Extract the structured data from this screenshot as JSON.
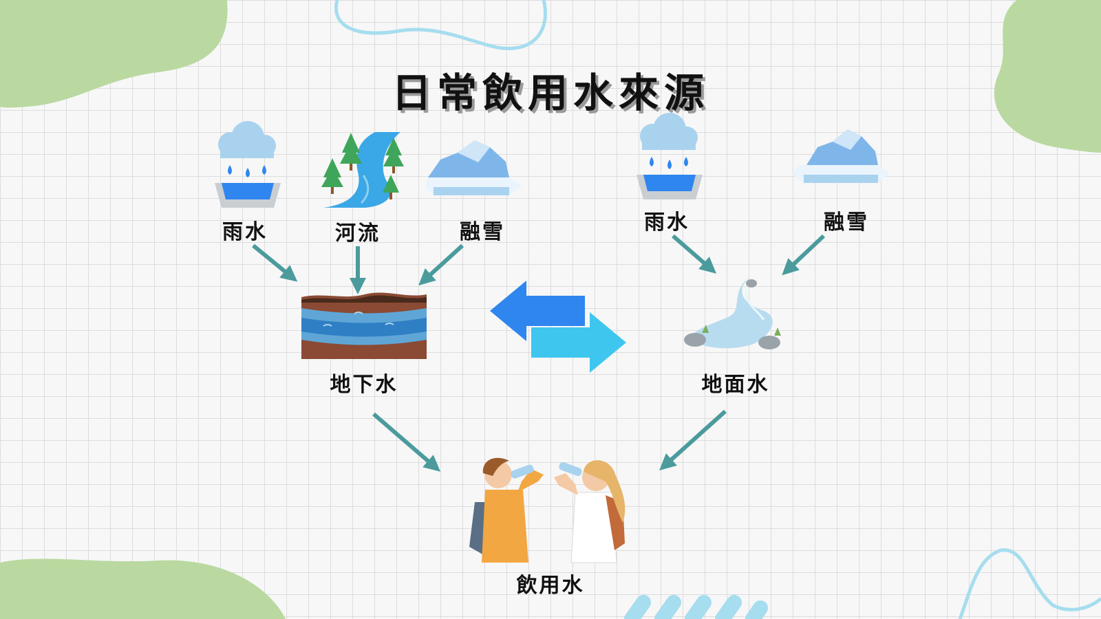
{
  "title": "日常飲用水來源",
  "left_sources": {
    "rain": "雨水",
    "river": "河流",
    "snow": "融雪"
  },
  "right_sources": {
    "rain": "雨水",
    "snow": "融雪"
  },
  "groundwater": "地下水",
  "surface_water": "地面水",
  "drinking_water": "飲用水",
  "colors": {
    "arrow_teal": "#4b9b9d",
    "exchange_blue": "#2f86ef",
    "exchange_cyan": "#3fc6ee",
    "blob_green": "#b9d9a0",
    "accent_line": "#a6ddef"
  }
}
